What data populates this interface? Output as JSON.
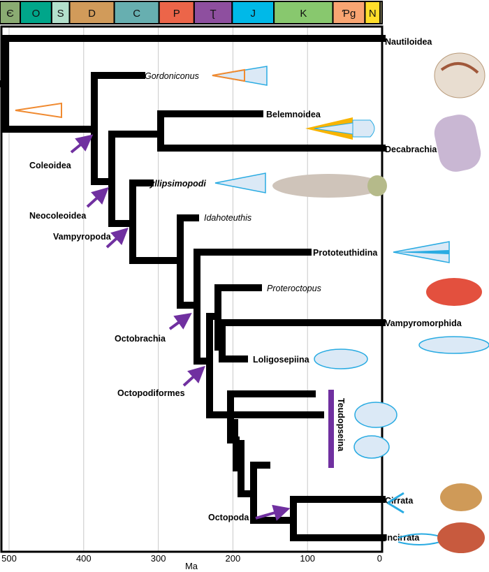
{
  "periods": [
    {
      "label": "Є",
      "color": "#8aab72",
      "start": 541,
      "end": 485
    },
    {
      "label": "O",
      "color": "#00a68a",
      "start": 485,
      "end": 443
    },
    {
      "label": "S",
      "color": "#b3e0cc",
      "start": 443,
      "end": 419
    },
    {
      "label": "D",
      "color": "#d19b5a",
      "start": 419,
      "end": 359
    },
    {
      "label": "C",
      "color": "#67afb0",
      "start": 359,
      "end": 299
    },
    {
      "label": "P",
      "color": "#ec6549",
      "start": 299,
      "end": 252
    },
    {
      "label": "Ʈ",
      "color": "#8e4f9f",
      "start": 252,
      "end": 201
    },
    {
      "label": "J",
      "color": "#00b9e8",
      "start": 201,
      "end": 145
    },
    {
      "label": "K",
      "color": "#88c86e",
      "start": 145,
      "end": 66
    },
    {
      "label": "Ƥg",
      "color": "#f9a572",
      "start": 66,
      "end": 23
    },
    {
      "label": "N",
      "color": "#ffde2a",
      "start": 23,
      "end": 2.6
    },
    {
      "label": "",
      "color": "#fff2ae",
      "start": 2.6,
      "end": 0
    }
  ],
  "axis": {
    "label": "Ma",
    "ticks": [
      "500",
      "400",
      "300",
      "200",
      "100",
      "0"
    ],
    "tick_values": [
      500,
      400,
      300,
      200,
      100,
      0
    ]
  },
  "taxa": {
    "nautiloidea": "Nautiloidea",
    "gordoniconus": "Gordoniconus",
    "belemnoidea": "Belemnoidea",
    "decabrachia": "Decabrachia",
    "syllipsimopodi": "Syllipsimopodi",
    "idahoteuthis": "Idahoteuthis",
    "prototeuthidina": "Prototeuthidina",
    "proteroctopus": "Proteroctopus",
    "vampyromorphida": "Vampyromorphida",
    "loligosepiina": "Loligosepiina",
    "teudopseina": "Teudopseina",
    "cirrata": "Cirrata",
    "incirrata": "Incirrata"
  },
  "clades": {
    "coleoidea": "Coleoidea",
    "neocoleoidea": "Neocoleoidea",
    "vampyropoda": "Vampyropoda",
    "octobrachia": "Octobrachia",
    "octopodiformes": "Octopodiformes",
    "octopoda": "Octopoda"
  },
  "colors": {
    "arrow": "#7030a0",
    "gladius": "#29abe2",
    "gladius_fill": "#dbe9f6",
    "cone": "#f08a30",
    "grid": "#c8c8c8"
  }
}
